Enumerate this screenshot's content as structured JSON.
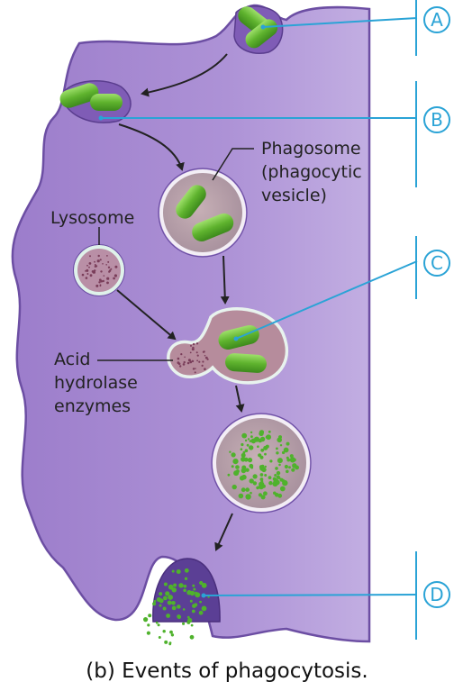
{
  "labels": {
    "phagosome_line1": "Phagosome",
    "phagosome_line2": "(phagocytic",
    "phagosome_line3": "vesicle)",
    "lysosome": "Lysosome",
    "acid_line1": "Acid",
    "acid_line2": "hydrolase",
    "acid_line3": "enzymes"
  },
  "markers": {
    "a": "A",
    "b": "B",
    "c": "C",
    "d": "D"
  },
  "caption": "(b) Events of phagocytosis.",
  "colors": {
    "cell": "#a88ad0",
    "cell_edge": "#6c4ea3",
    "vesicle_interior": "#b49aa8",
    "bacterium": "#6fbf3c",
    "marker_line": "#2aa3d6"
  }
}
